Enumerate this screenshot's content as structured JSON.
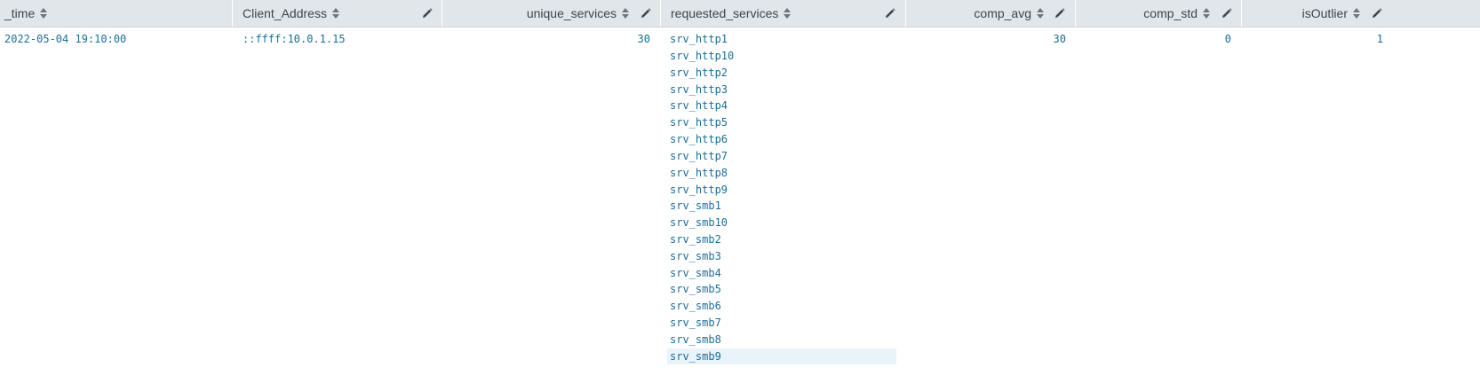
{
  "columns": [
    {
      "key": "time",
      "label": "_time"
    },
    {
      "key": "client_address",
      "label": "Client_Address"
    },
    {
      "key": "unique_services",
      "label": "unique_services"
    },
    {
      "key": "requested_services",
      "label": "requested_services"
    },
    {
      "key": "comp_avg",
      "label": "comp_avg"
    },
    {
      "key": "comp_std",
      "label": "comp_std"
    },
    {
      "key": "is_outlier",
      "label": "isOutlier"
    }
  ],
  "rows": [
    {
      "time": "2022-05-04 19:10:00",
      "client_address": "::ffff:10.0.1.15",
      "unique_services": "30",
      "requested_services": [
        "srv_http1",
        "srv_http10",
        "srv_http2",
        "srv_http3",
        "srv_http4",
        "srv_http5",
        "srv_http6",
        "srv_http7",
        "srv_http8",
        "srv_http9",
        "srv_smb1",
        "srv_smb10",
        "srv_smb2",
        "srv_smb3",
        "srv_smb4",
        "srv_smb5",
        "srv_smb6",
        "srv_smb7",
        "srv_smb8",
        "srv_smb9"
      ],
      "comp_avg": "30",
      "comp_std": "0",
      "is_outlier": "1"
    }
  ],
  "icons": {
    "sort": "sort-icon",
    "edit": "pencil-icon"
  },
  "colors": {
    "header_bg": "#e1e6eb",
    "header_text": "#3c444d",
    "value_text": "#1a6e9c",
    "hover_bg": "#e8f4fa"
  }
}
